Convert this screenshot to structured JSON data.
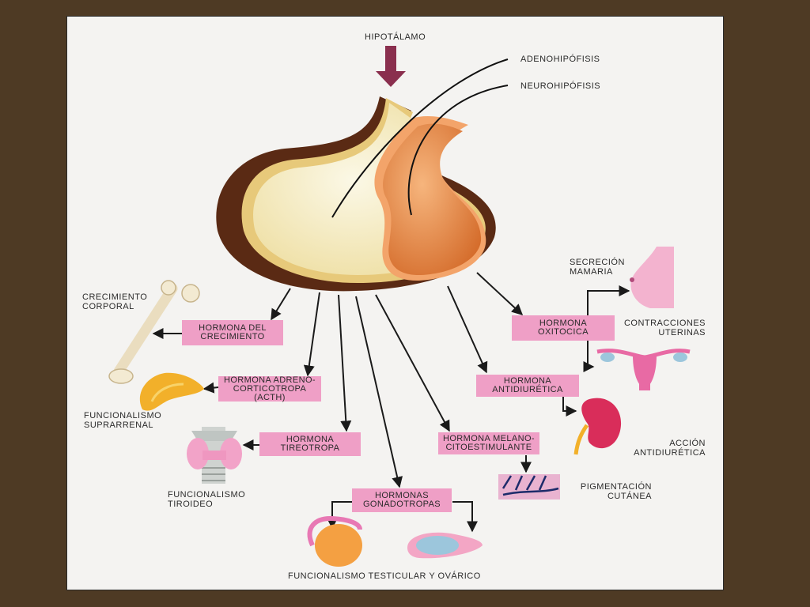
{
  "labels": {
    "hypothalamus": "HIPOTÁLAMO",
    "adenohypophysis": "ADENOHIPÓFISIS",
    "neurohypophysis": "NEUROHIPÓFISIS",
    "body_growth": "CRECIMIENTO\nCORPORAL",
    "adrenal_function": "FUNCIONALISMO\nSUPRARRENAL",
    "thyroid_function": "FUNCIONALISMO\nTIROIDEO",
    "gonadal_function": "FUNCIONALISMO TESTICULAR Y OVÁRICO",
    "skin_pigmentation": "PIGMENTACIÓN\nCUTÁNEA",
    "antidiuretic_action": "ACCIÓN\nANTIDIURÉTICA",
    "uterine_contractions": "CONTRACCIONES\nUTERINAS",
    "mammary_secretion": "SECRECIÓN\nMAMARIA"
  },
  "hormones": {
    "growth": "HORMONA DEL\nCRECIMIENTO",
    "acth": "HORMONA ADRENO-\nCORTICOTROPA\n(ACTH)",
    "thyrotropic": "HORMONA\nTIREOTROPA",
    "gonadotropic": "HORMONAS\nGONADOTROPAS",
    "msh": "HORMONA MELANO-\nCITOESTIMULANTE",
    "antidiuretic": "HORMONA\nANTIDIURÉTICA",
    "oxytocin": "HORMONA\nOXITOCICA"
  },
  "colors": {
    "background": "#4e3a24",
    "hormone_box": "#ef9fc6",
    "arrow_hypothalamus": "#8a2f4e",
    "pituitary_outer": "#5a2a14",
    "pituitary_anterior": "#f6eec4",
    "pituitary_posterior": "#ec8e4e"
  }
}
